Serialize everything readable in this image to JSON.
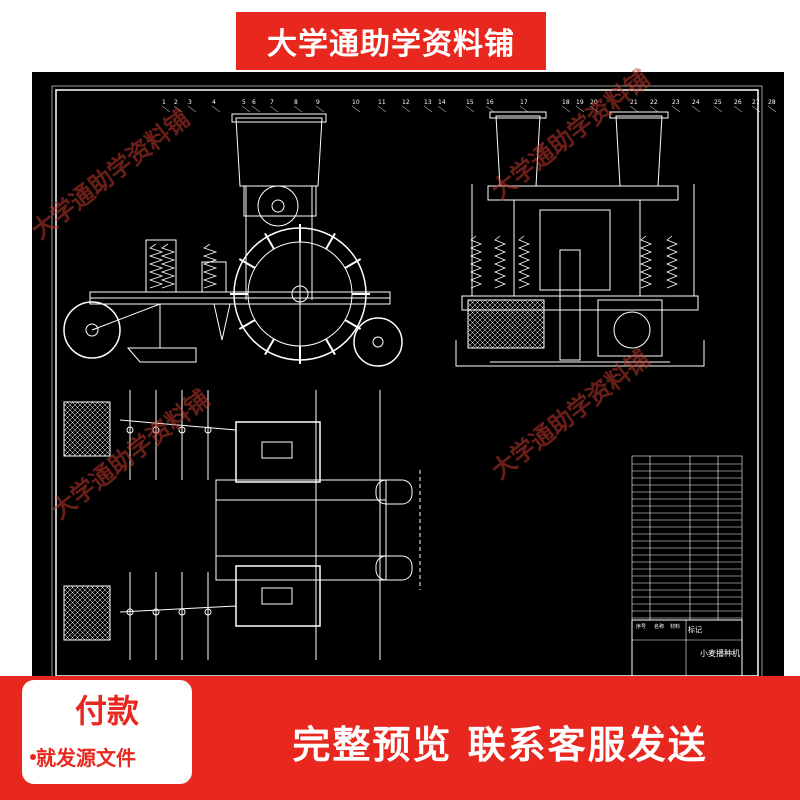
{
  "banner": {
    "text": "大学通助学资料铺"
  },
  "watermarks": [
    "大学通助学资料铺",
    "大学通助学资料铺",
    "大学通助学资料铺",
    "大学通助学资料铺"
  ],
  "part_numbers": [
    "1",
    "2",
    "3",
    "4",
    "5",
    "6",
    "7",
    "8",
    "9",
    "10",
    "11",
    "12",
    "13",
    "14",
    "15",
    "16",
    "17",
    "18",
    "19",
    "20",
    "21",
    "22",
    "23",
    "24",
    "25",
    "26",
    "27",
    "28"
  ],
  "title_block": {
    "label_heading": "标记",
    "drawing_title": "小麦播种机",
    "row_headers": [
      "序号",
      "名称",
      "材料"
    ]
  },
  "footer": {
    "pay_title": "付款",
    "pay_subtitle": "就发源文件",
    "main_text": "完整预览  联系客服发送"
  },
  "colors": {
    "drawing_background": "#000000",
    "line_color": "#ffffff",
    "accent_red": "#e8271e",
    "watermark_red": "#c0392b"
  },
  "icons": [
    "mesh-seed-box-icon",
    "wheel-icon",
    "spring-icon"
  ]
}
